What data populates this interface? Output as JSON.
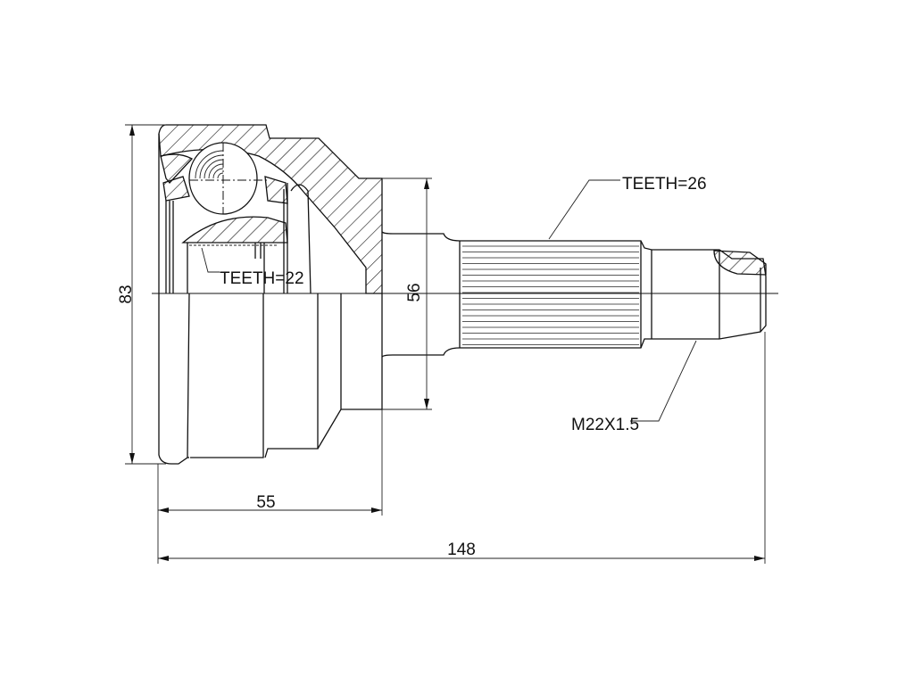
{
  "drawing": {
    "title": "CV joint outer assembly technical drawing",
    "line_color": "#111111",
    "background": "#ffffff"
  },
  "annotations": {
    "inner_teeth": "TEETH=22",
    "outer_teeth": "TEETH=26",
    "thread": "M22X1.5"
  },
  "dimensions": {
    "outer_diameter": "83",
    "shoulder_diameter": "56",
    "bell_length": "55",
    "overall_length": "148"
  }
}
